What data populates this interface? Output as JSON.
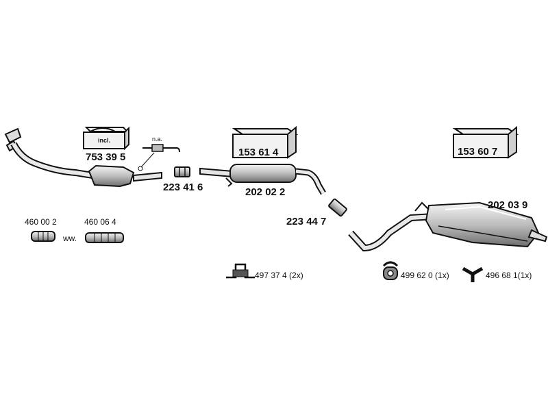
{
  "parts": {
    "catalyst": {
      "number": "753 39 5",
      "box_label": "incl."
    },
    "sensor": {
      "note": "n.a."
    },
    "clamp_front": {
      "number": "223 41 6"
    },
    "middle_box": {
      "number": "153 61 4"
    },
    "middle_silencer": {
      "number": "202 02 2"
    },
    "clamp_rear": {
      "number": "223 44 7"
    },
    "rear_box": {
      "number": "153 60 7"
    },
    "rear_silencer": {
      "number": "202 03 9"
    },
    "flex_short": {
      "number": "460 00 2"
    },
    "flex_long": {
      "number": "460 06 4"
    },
    "alt_note": "ww.",
    "bracket": {
      "label": "497 37 4 (2x)"
    },
    "rubber_ring": {
      "label": "499 62 0 (1x)"
    },
    "rubber_hanger": {
      "label": "496 68 1(1x)"
    }
  },
  "colors": {
    "line": "#111111",
    "fill": "#d0d0d0",
    "shade": "#8a8a8a",
    "box": "#f2f2f2"
  }
}
